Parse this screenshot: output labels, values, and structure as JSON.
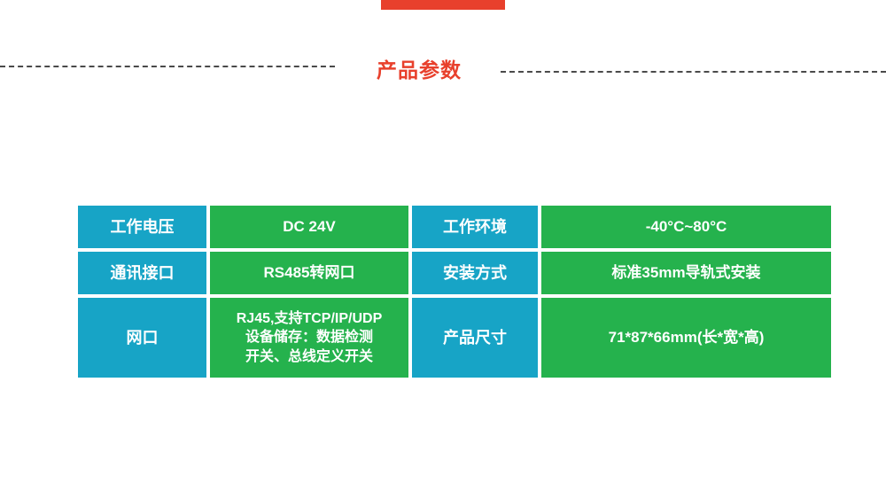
{
  "slide": {
    "title": "产品参数"
  },
  "colors": {
    "accent-red": "#e8402c",
    "cell-teal": "#17a4c6",
    "cell-green": "#25b24d",
    "dash-gray": "#4a4a4a"
  },
  "table": {
    "rows": [
      {
        "cells": [
          {
            "text": "工作电压"
          },
          {
            "text": "DC 24V"
          },
          {
            "text": "工作环境"
          },
          {
            "text": "-40°C~80°C"
          }
        ]
      },
      {
        "cells": [
          {
            "text": "通讯接口"
          },
          {
            "text": "RS485转网口"
          },
          {
            "text": "安装方式"
          },
          {
            "text": "标准35mm导轨式安装"
          }
        ]
      },
      {
        "cells": [
          {
            "text": "网口"
          },
          {
            "text": "RJ45,支持TCP/IP/UDP\n设备储存：数据检测\n开关、总线定义开关"
          },
          {
            "text": "产品尺寸"
          },
          {
            "text": "71*87*66mm(长*宽*高)"
          }
        ]
      }
    ]
  }
}
